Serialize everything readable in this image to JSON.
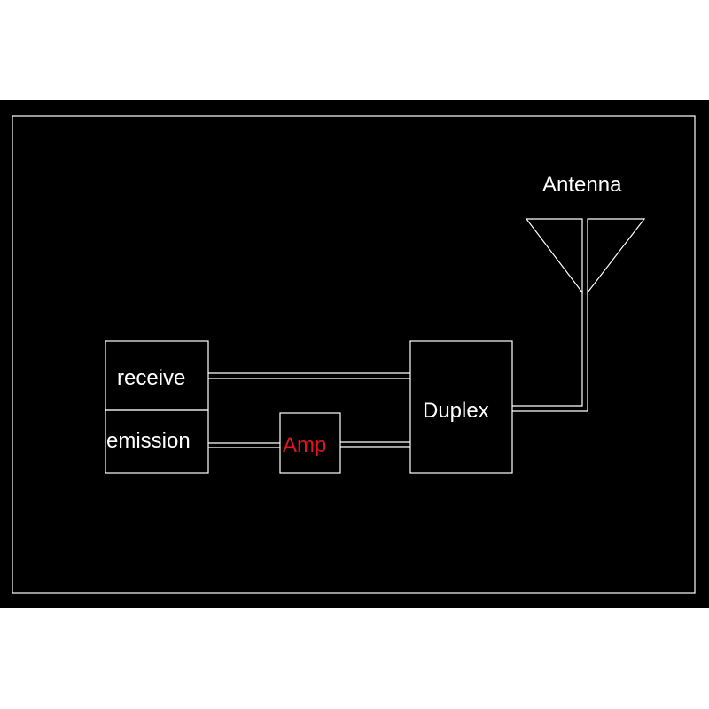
{
  "diagram": {
    "antenna_label": "Antenna",
    "receive_label": "receive",
    "emission_label": "emission",
    "amp_label": "Amp",
    "duplex_label": "Duplex"
  },
  "colors": {
    "background": "#000000",
    "stroke": "#ffffff",
    "text": "#ffffff",
    "amp_text": "#e0141e"
  }
}
